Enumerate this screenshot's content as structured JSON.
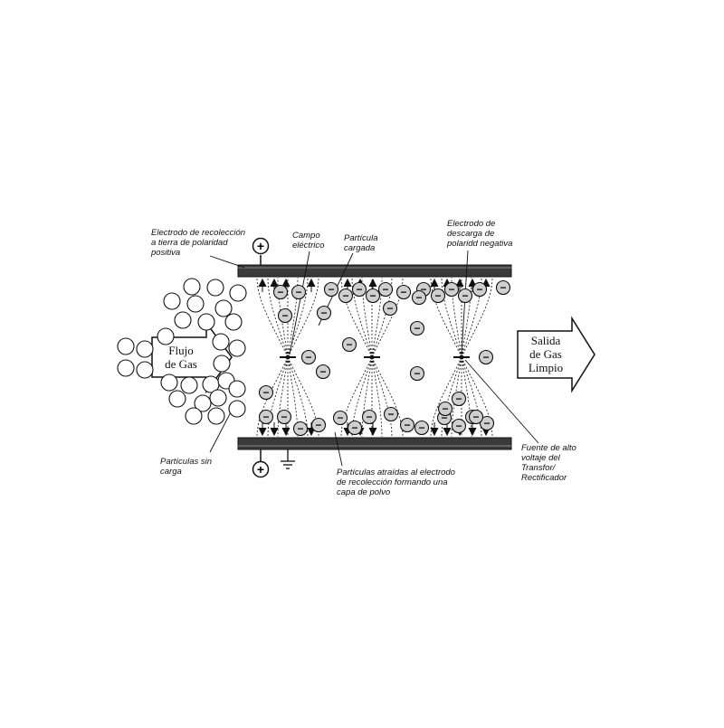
{
  "labels": {
    "collector_electrode": "Electrodo de recolección\na tierra de polaridad\npositiva",
    "electric_field": "Campo\neléctrico",
    "charged_particle": "Partícula\ncargada",
    "discharge_electrode": "Electrodo de\ndescarga de\npolaridd negativa",
    "uncharged_particles": "Partículas sin\ncarga",
    "attracted_particles": "Partículas atraídas al electrodo\nde recolección formando una\ncapa de polvo",
    "power_source": "Fuente de alto\nvoltaje del\nTransfor/\nRectificador"
  },
  "arrows": {
    "gas_inlet": "Flujo\nde Gas",
    "gas_outlet": "Salida\nde Gas\nLimpio"
  },
  "symbols": {
    "plus": "+",
    "minus": "−"
  },
  "colors": {
    "plate": "#3a3a3a",
    "ink": "#111111",
    "particle_fill": "#cfcfcf"
  }
}
